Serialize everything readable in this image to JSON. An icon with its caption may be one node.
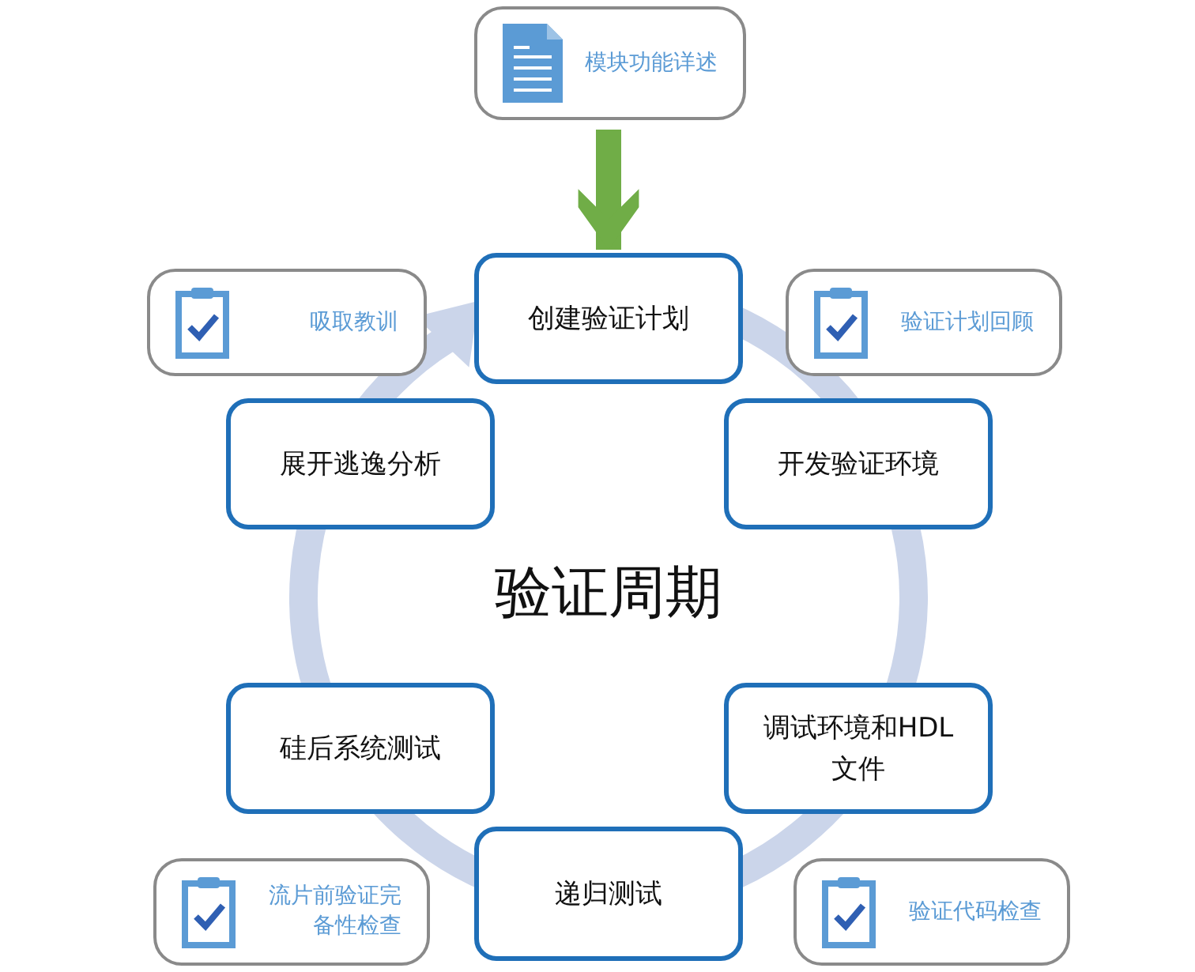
{
  "diagram": {
    "title": "验证周期",
    "nodes": [
      {
        "text": [
          "模块功能详述"
        ]
      },
      {
        "text": [
          "吸取教训"
        ]
      },
      {
        "text": [
          "创建验证计划"
        ]
      },
      {
        "text": [
          "验证计划回顾"
        ]
      },
      {
        "text": [
          "展开逃逸分析"
        ]
      },
      {
        "text": [
          "开发验证环境"
        ]
      },
      {
        "text": [
          "硅后系统测试"
        ]
      },
      {
        "text": [
          "调试环境和HDL 文件"
        ]
      },
      {
        "text": [
          "流片前验证完备性检查"
        ]
      },
      {
        "text": [
          "递归测试"
        ]
      },
      {
        "text": [
          "验证代码检查"
        ]
      }
    ],
    "edges": [
      {
        "from": 0,
        "to": 2,
        "arrow": "to"
      }
    ]
  }
}
